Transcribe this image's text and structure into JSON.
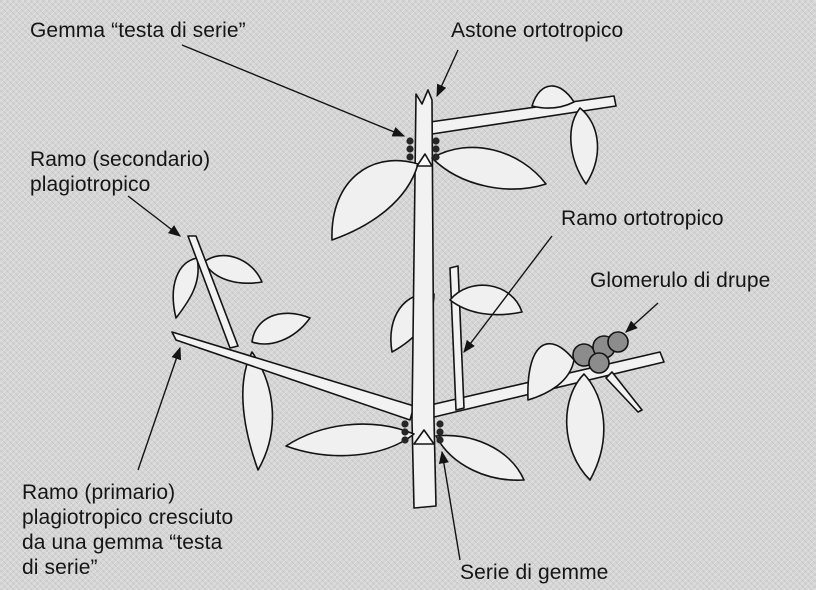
{
  "labels": {
    "gemma_testa_di_serie": "Gemma “testa di serie”",
    "astone_ortotropico": "Astone ortotropico",
    "ramo_secondario": "Ramo (secondario)\nplagiotropico",
    "ramo_ortotropico": "Ramo ortotropico",
    "glomerulo_di_drupe": "Glomerulo di drupe",
    "ramo_primario": "Ramo (primario)\nplagiotropico cresciuto\nda una gemma “testa\ndi serie”",
    "serie_di_gemme": "Serie di gemme"
  },
  "colors": {
    "background": "#d6d6d6",
    "branch_fill": "#f2f2f2",
    "leaf_fill": "#f0f0f0",
    "outline": "#141414",
    "bud": "#262626",
    "drupe": "#8c8c8c"
  }
}
